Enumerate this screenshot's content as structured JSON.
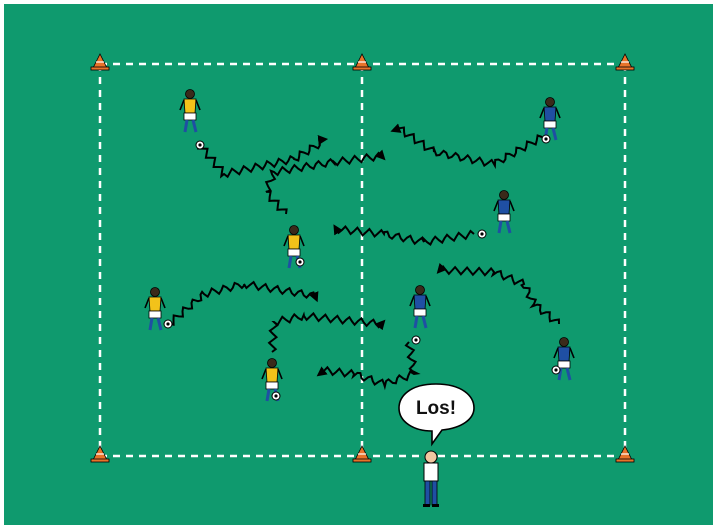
{
  "colors": {
    "pitch": "#0f9a6e",
    "lines": "#ffffff",
    "cone": "#e8732a",
    "team_yellow": "#f2c21a",
    "team_blue": "#1f4fa3",
    "shorts": "#ffffff",
    "path": "#000000",
    "coach_shirt": "#ffffff",
    "coach_pants": "#1f4fa3"
  },
  "icons": [
    "cone-icon",
    "player-icon",
    "ball-icon",
    "coach-icon",
    "speech-bubble-icon",
    "dribble-arrow-icon"
  ],
  "players": [
    {
      "team": "yellow"
    },
    {
      "team": "yellow"
    },
    {
      "team": "yellow"
    },
    {
      "team": "yellow"
    },
    {
      "team": "blue"
    },
    {
      "team": "blue"
    },
    {
      "team": "blue"
    },
    {
      "team": "blue"
    }
  ],
  "coach": {
    "speech": "Los!"
  }
}
